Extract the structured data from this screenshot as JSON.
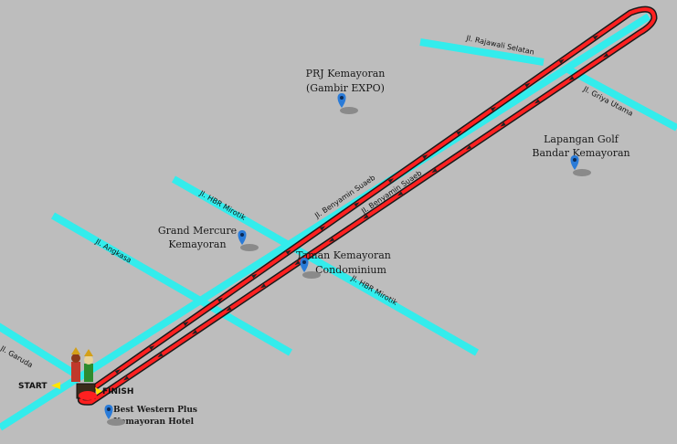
{
  "roads": {
    "garuda": "Jl. Garuda",
    "angkasa": "Jl. Angkasa",
    "hbr_mirotik_top": "Jl. HBR Mirotik",
    "hbr_mirotik_bottom": "Jl. HBR Mirotik",
    "benyamin_suaeb_a": "Jl. Benyamin Suaeb",
    "benyamin_suaeb_b": "Jl. Benyamin Suaeb",
    "rajawali_selatan": "Jl. Rajawali Selatan",
    "griya_utama": "Jl. Griya Utama"
  },
  "pois": {
    "prj_line1": "PRJ Kemayoran",
    "prj_line2": "(Gambir EXPO)",
    "golf_line1": "Lapangan Golf",
    "golf_line2": "Bandar Kemayoran",
    "grand_line1": "Grand Mercure",
    "grand_line2": "Kemayoran",
    "taman_line1": "Taman Kemayoran",
    "taman_line2": "Condominium",
    "hotel_line1": "Best Western Plus",
    "hotel_line2": "Kemayoran Hotel"
  },
  "markers": {
    "start": "START",
    "finish": "FINISH"
  },
  "colors": {
    "background": "#bdbdbd",
    "road": "#33ecec",
    "route": "#ff2020",
    "pin": "#2a7bd8",
    "marker_arrow": "#ffe500"
  }
}
